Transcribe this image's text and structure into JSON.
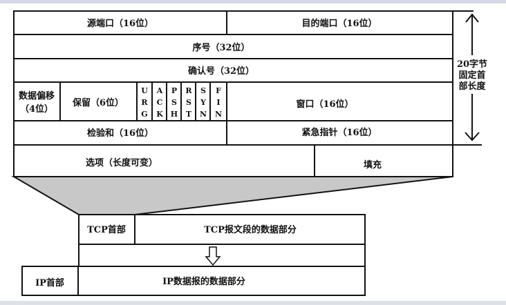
{
  "header_fields": {
    "source_port": "源端口（16位）",
    "dest_port": "目的端口（16位）",
    "sequence": "序号（32位）",
    "ack_number": "确认号（32位）",
    "data_offset_line1": "数据偏移",
    "data_offset_line2": "（4位）",
    "reserved": "保留（6位）",
    "flags": [
      [
        "U",
        "R",
        "G"
      ],
      [
        "A",
        "C",
        "K"
      ],
      [
        "P",
        "S",
        "H"
      ],
      [
        "R",
        "S",
        "T"
      ],
      [
        "S",
        "Y",
        "N"
      ],
      [
        "F",
        "I",
        "N"
      ]
    ],
    "window": "窗口（16位）",
    "checksum": "检验和（16位）",
    "urgent_pointer": "紧急指针（16位）",
    "options": "选项（长度可变）",
    "padding": "填充"
  },
  "fixed_length_label": [
    "20字节",
    "固定首",
    "部长度"
  ],
  "segment": {
    "tcp_header": "TCP首部",
    "tcp_data": "TCP报文段的数据部分"
  },
  "datagram": {
    "ip_header": "IP首部",
    "ip_data": "IP数据报的数据部分"
  },
  "colors": {
    "fill_gray": "#c8c8c8",
    "top_band": "#d6d8e6",
    "line": "#111111"
  }
}
